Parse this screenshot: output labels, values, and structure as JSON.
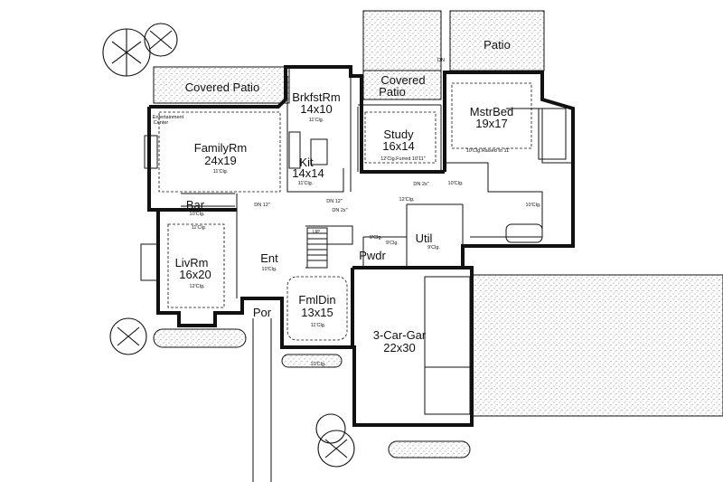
{
  "rooms": {
    "covered_patio_left": "Covered Patio",
    "brkfst_name": "BrkfstRm",
    "brkfst_size": "14x10",
    "brkfst_clg": "11'Clg.",
    "patio": "Patio",
    "covered_patio_right_1": "Covered",
    "covered_patio_right_2": "Patio",
    "mstr_name": "MstrBed",
    "mstr_size": "19x17",
    "mstr_clg": "10'Clg.Raised to 11'",
    "family_name": "FamilyRm",
    "family_size": "24x19",
    "family_clg": "11'Clg.",
    "entertainment_1": "Entertainment",
    "entertainment_2": "Center",
    "study_name": "Study",
    "study_size": "16x14",
    "study_clg": "12'Clg.Furred 10'11\"",
    "kit_name": "Kit",
    "kit_size": "14x14",
    "kit_clg": "11'Clg.",
    "bar": "Bar",
    "liv_name": "LivRm",
    "liv_size": "16x20",
    "liv_clg": "12'Clg.",
    "ent": "Ent",
    "ent_clg": "10'Clg.",
    "util": "Util",
    "pwdr": "Pwdr",
    "por": "Por",
    "fml_name": "FmlDin",
    "fml_size": "13x15",
    "fml_clg": "11'Clg.",
    "gar_name": "3-Car-Gar",
    "gar_size": "22x30"
  },
  "notes": {
    "dn_patio": "DN",
    "dn_hall": "DN 2x\"",
    "dn_12": "DN 12\"",
    "dn_12b": "DN 12\"",
    "dn_2x": "DN 2x\"",
    "up": "UP",
    "clg_10_a": "10'Clg.",
    "clg_10_b": "10'Clg.",
    "clg_10_c": "10'Clg.",
    "clg_10_d": "10'Clg.",
    "clg_11": "11'Clg.",
    "clg_12_hall": "12'Clg.",
    "clg_9_a": "9'Clg.",
    "clg_9_b": "9'Clg.",
    "clg_8": "8'Clg.",
    "clg_9_util": "9'Clg."
  }
}
